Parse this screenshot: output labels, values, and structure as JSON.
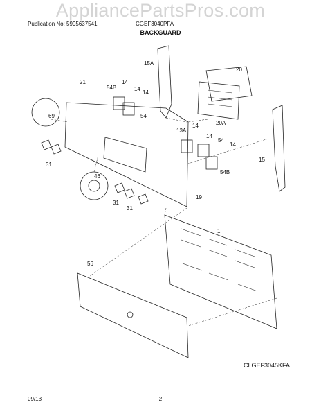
{
  "watermark": "AppliancePartsPros.com",
  "header": {
    "publication": "Publication No: 5995637541",
    "model": "CGEF3040PFA"
  },
  "title": "BACKGUARD",
  "callouts": {
    "c21": "21",
    "c54b_top": "54B",
    "c14_a": "14",
    "c14_b": "14",
    "c14_c": "14",
    "c54_top": "54",
    "c15a": "15A",
    "c20": "20",
    "c20a": "20A",
    "c69": "69",
    "c13a": "13A",
    "c14_d": "14",
    "c14_e": "14",
    "c54_mid": "54",
    "c14_f": "14",
    "c54b_mid": "54B",
    "c15": "15",
    "c31_left": "31",
    "c46": "46",
    "c31_bot_a": "31",
    "c31_bot_b": "31",
    "c19": "19",
    "c1": "1",
    "c56": "56"
  },
  "diagram_code": "CLGEF3045KFA",
  "footer": {
    "date": "09/13",
    "page": "2"
  }
}
